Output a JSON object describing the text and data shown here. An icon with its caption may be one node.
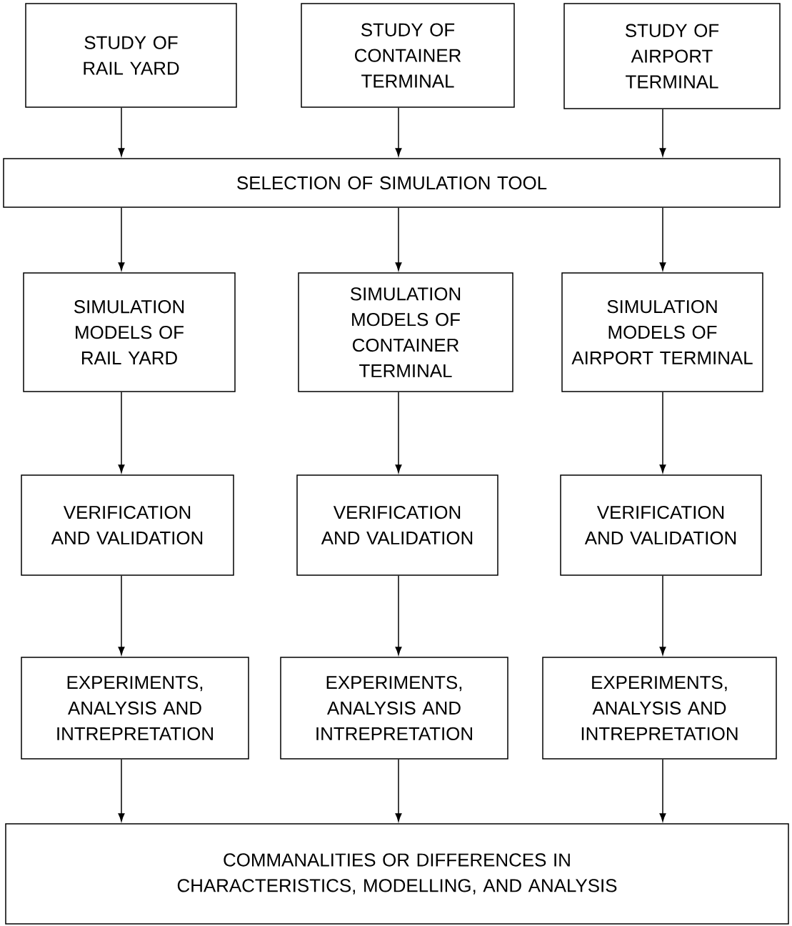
{
  "diagram": {
    "nodes": [
      {
        "text": [
          "STUDY OF RAIL YARD"
        ]
      },
      {
        "text": [
          "STUDY OF CONTAINER TERMINAL"
        ]
      },
      {
        "text": [
          "STUDY OF AIRPORT TERMINAL"
        ]
      },
      {
        "text": [
          "SELECTION OF SIMULATION TOOL"
        ]
      },
      {
        "text": [
          "SIMULATION MODELS OF RAIL YARD"
        ]
      },
      {
        "text": [
          "SIMULATION MODELS OF CONTAINER TERMINAL"
        ]
      },
      {
        "text": [
          "SIMULATION MODELS OF AIRPORT TERMINAL"
        ]
      },
      {
        "text": [
          "VERIFICATION AND VALIDATION"
        ]
      },
      {
        "text": [
          "VERIFICATION AND VALIDATION"
        ]
      },
      {
        "text": [
          "VERIFICATION AND VALIDATION"
        ]
      },
      {
        "text": [
          "EXPERIMENTS, ANALYSIS AND INTREPRETATION"
        ]
      },
      {
        "text": [
          "EXPERIMENTS, ANALYSIS AND INTREPRETATION"
        ]
      },
      {
        "text": [
          "EXPERIMENTS, ANALYSIS AND INTREPRETATION"
        ]
      },
      {
        "text": [
          "COMMANALITIES OR DIFFERENCES IN CHARACTERISTICS, MODELLING, AND ANALYSIS"
        ]
      }
    ],
    "edges": [
      {
        "from": 0,
        "to": 3,
        "arrow": "to"
      },
      {
        "from": 1,
        "to": 3,
        "arrow": "to"
      },
      {
        "from": 2,
        "to": 3,
        "arrow": "to"
      },
      {
        "from": 3,
        "to": 4,
        "arrow": "to"
      },
      {
        "from": 3,
        "to": 5,
        "arrow": "to"
      },
      {
        "from": 3,
        "to": 6,
        "arrow": "to"
      },
      {
        "from": 4,
        "to": 7,
        "arrow": "to"
      },
      {
        "from": 5,
        "to": 8,
        "arrow": "to"
      },
      {
        "from": 6,
        "to": 9,
        "arrow": "to"
      },
      {
        "from": 7,
        "to": 10,
        "arrow": "to"
      },
      {
        "from": 8,
        "to": 11,
        "arrow": "to"
      },
      {
        "from": 9,
        "to": 12,
        "arrow": "to"
      },
      {
        "from": 10,
        "to": 13,
        "arrow": "to"
      },
      {
        "from": 11,
        "to": 13,
        "arrow": "to"
      },
      {
        "from": 12,
        "to": 13,
        "arrow": "to"
      }
    ]
  }
}
